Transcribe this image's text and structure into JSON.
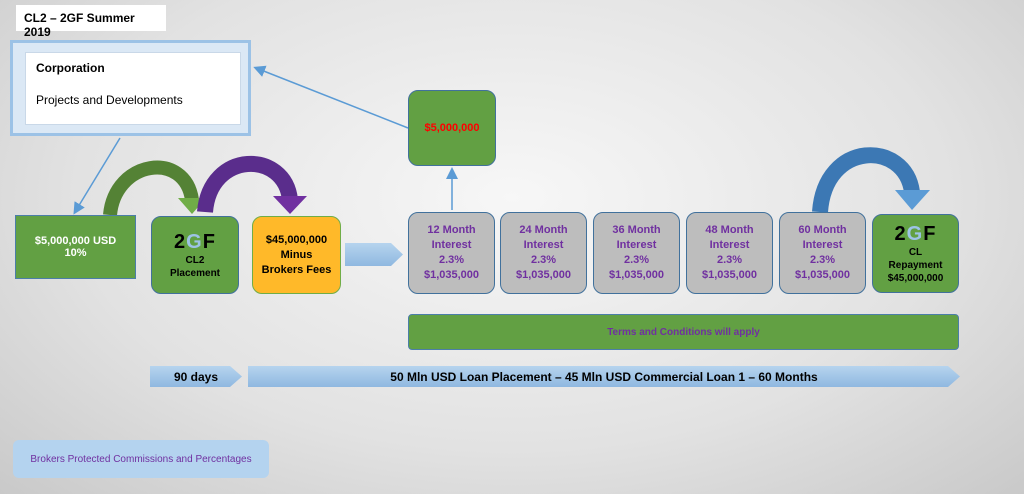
{
  "title": "CL2 – 2GF Summer 2019",
  "corporation": {
    "heading": "Corporation",
    "sub": "Projects and Developments"
  },
  "deposit": {
    "amount": "$5,000,000 USD",
    "percent": "10%"
  },
  "placement": {
    "logo_a": "2",
    "logo_g": "G",
    "logo_f": "F",
    "line1": "CL2",
    "line2": "Placement"
  },
  "net": {
    "line1": "$45,000,000",
    "line2": "Minus",
    "line3": "Brokers Fees"
  },
  "top_amount": "$5,000,000",
  "interest": [
    {
      "label": "12 Month",
      "sub": "Interest",
      "rate": "2.3%",
      "amount": "$1,035,000"
    },
    {
      "label": "24 Month",
      "sub": "Interest",
      "rate": "2.3%",
      "amount": "$1,035,000"
    },
    {
      "label": "36 Month",
      "sub": "Interest",
      "rate": "2.3%",
      "amount": "$1,035,000"
    },
    {
      "label": "48 Month",
      "sub": "Interest",
      "rate": "2.3%",
      "amount": "$1,035,000"
    },
    {
      "label": "60 Month",
      "sub": "Interest",
      "rate": "2.3%",
      "amount": "$1,035,000"
    }
  ],
  "repayment": {
    "logo_a": "2",
    "logo_g": "G",
    "logo_f": "F",
    "line1": "CL",
    "line2": "Repayment",
    "line3": "$45,000,000"
  },
  "terms": "Terms and Conditions will apply",
  "timeline": {
    "short": "90 days",
    "long": "50 Mln USD Loan Placement – 45 Mln USD Commercial Loan 1 – 60 Months"
  },
  "brokers": "Brokers Protected Commissions and Percentages"
}
